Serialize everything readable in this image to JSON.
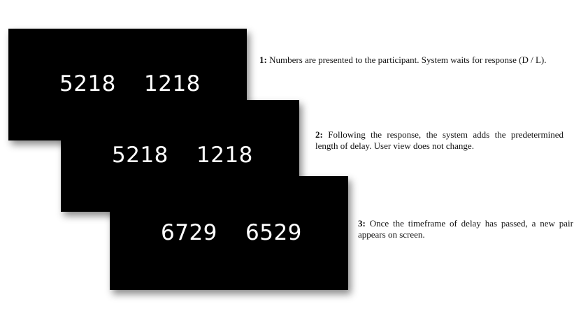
{
  "screens": [
    {
      "left_number": "5218",
      "right_number": "1218"
    },
    {
      "left_number": "5218",
      "right_number": "1218"
    },
    {
      "left_number": "6729",
      "right_number": "6529"
    }
  ],
  "steps": [
    {
      "label": "1:",
      "text": " Numbers are presented to the participant. System waits for response (D / L)."
    },
    {
      "label": "2:",
      "text": " Following the response, the system adds the predetermined length of delay. User view does not change."
    },
    {
      "label": "3:",
      "text": " Once the timeframe of delay has passed, a new pair appears on screen."
    }
  ]
}
